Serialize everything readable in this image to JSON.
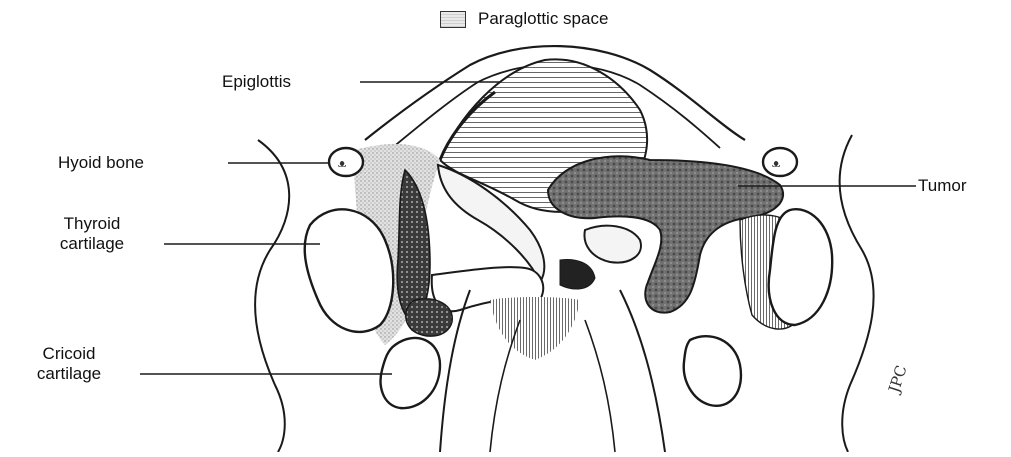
{
  "legend": {
    "label": "Paraglottic space",
    "swatch_pattern": "stippled-gray"
  },
  "labels": {
    "epiglottis": "Epiglottis",
    "hyoid_bone": "Hyoid bone",
    "thyroid_cartilage_line1": "Thyroid",
    "thyroid_cartilage_line2": "cartilage",
    "cricoid_cartilage_line1": "Cricoid",
    "cricoid_cartilage_line2": "cartilage",
    "tumor": "Tumor"
  },
  "artist_mark": "JPC",
  "colors": {
    "ink": "#1a1a1a",
    "shade": "#9a9a9a",
    "tumor": "#6e6e6e",
    "paraglottic": "#d4d4d4"
  }
}
